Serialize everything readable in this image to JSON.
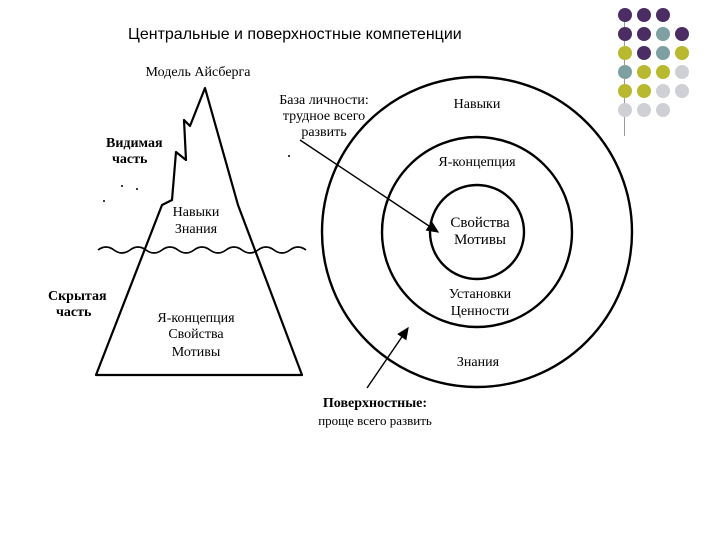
{
  "slide": {
    "title": "Центральные и поверхностные компетенции"
  },
  "iceberg": {
    "model_title": "Модель Айсберга",
    "visible_label": [
      "Видимая",
      "часть"
    ],
    "above_water": [
      "Навыки",
      "Знания"
    ],
    "hidden_label": [
      "Скрытая",
      "часть"
    ],
    "below_water": [
      "Я-концепция",
      "Свойства",
      "Мотивы"
    ]
  },
  "circles": {
    "base_caption": [
      "База личности:",
      "трудное всего",
      "развить"
    ],
    "outer_top": "Навыки",
    "middle_top": "Я-концепция",
    "inner": [
      "Свойства",
      "Мотивы"
    ],
    "middle_bottom": [
      "Установки",
      "Ценности"
    ],
    "outer_bottom": "Знания",
    "surface_caption": [
      "Поверхностные:",
      "проще всего развить"
    ]
  },
  "decor": {
    "colors": {
      "purple": "#4b2d63",
      "teal": "#7ea0a3",
      "olive": "#b9b92f",
      "grey": "#cfd0d6"
    },
    "grid": [
      [
        "purple",
        "purple",
        "purple",
        null
      ],
      [
        "purple",
        "purple",
        "teal",
        "purple"
      ],
      [
        "olive",
        "purple",
        "teal",
        "olive"
      ],
      [
        "teal",
        "olive",
        "olive",
        "grey"
      ],
      [
        "olive",
        "olive",
        "grey",
        "grey"
      ],
      [
        "grey",
        "grey",
        "grey",
        null
      ]
    ]
  }
}
